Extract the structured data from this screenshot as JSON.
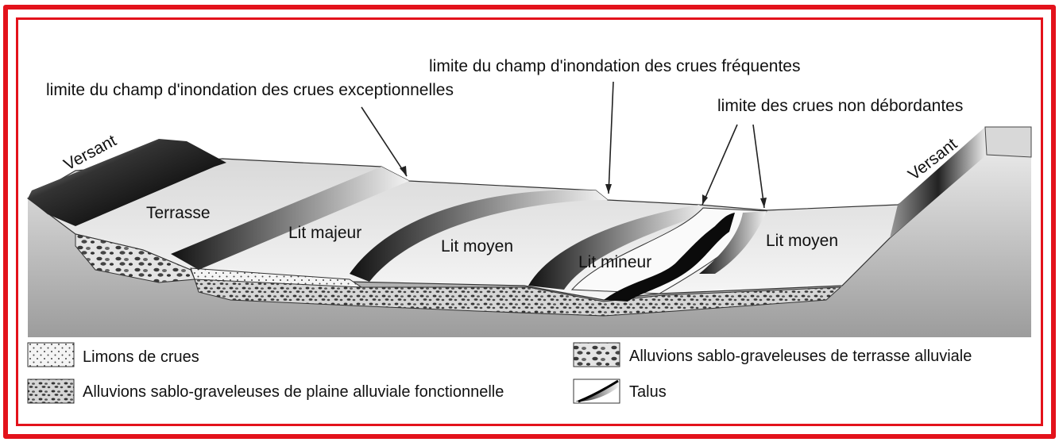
{
  "annotations": {
    "exceptional_limit": "limite du champ d'inondation des crues exceptionnelles",
    "frequent_limit": "limite du champ d'inondation des crues fréquentes",
    "non_overflow_limit": "limite des crues non débordantes"
  },
  "zones": {
    "versant_left": "Versant",
    "versant_right": "Versant",
    "terrasse": "Terrasse",
    "lit_majeur": "Lit majeur",
    "lit_moyen_left": "Lit moyen",
    "lit_mineur": "Lit mineur",
    "lit_moyen_right": "Lit moyen"
  },
  "legend": {
    "limons": "Limons de crues",
    "alluvions_plaine": "Alluvions sablo-graveleuses de plaine alluviale fonctionnelle",
    "alluvions_terrasse": "Alluvions sablo-graveleuses de terrasse alluviale",
    "talus": "Talus"
  },
  "colors": {
    "frame": "#e3121b"
  }
}
